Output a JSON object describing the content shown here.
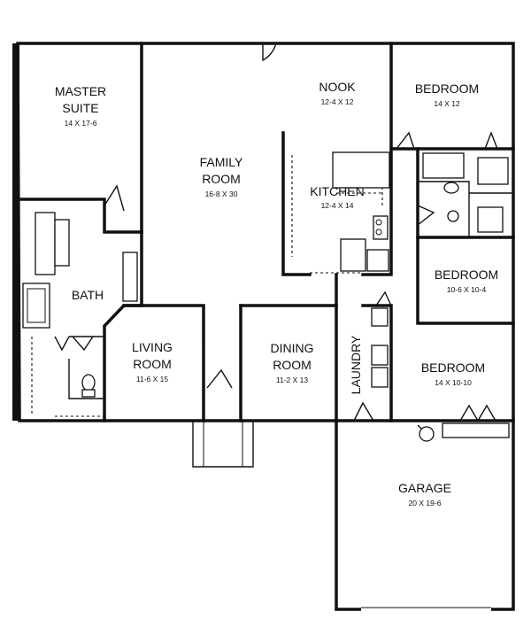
{
  "rooms": {
    "master_suite": {
      "name_line1": "MASTER",
      "name_line2": "SUITE",
      "size": "14 X 17-6"
    },
    "family_room": {
      "name_line1": "FAMILY",
      "name_line2": "ROOM",
      "size": "16-8 X 30"
    },
    "nook": {
      "name": "NOOK",
      "size": "12-4 X 12"
    },
    "kitchen": {
      "name": "KITCHEN",
      "size": "12-4 X 14"
    },
    "bedroom_top": {
      "name": "BEDROOM",
      "size": "14 X 12"
    },
    "bedroom_middle": {
      "name": "BEDROOM",
      "size": "10-6 X 10-4"
    },
    "bedroom_bottom": {
      "name": "BEDROOM",
      "size": "14 X 10-10"
    },
    "bath": {
      "name": "BATH"
    },
    "living_room": {
      "name_line1": "LIVING",
      "name_line2": "ROOM",
      "size": "11-6 X 15"
    },
    "dining_room": {
      "name_line1": "DINING",
      "name_line2": "ROOM",
      "size": "11-2 X 13"
    },
    "laundry": {
      "name": "LAUNDRY"
    },
    "garage": {
      "name": "GARAGE",
      "size": "20 X 19-6"
    }
  }
}
